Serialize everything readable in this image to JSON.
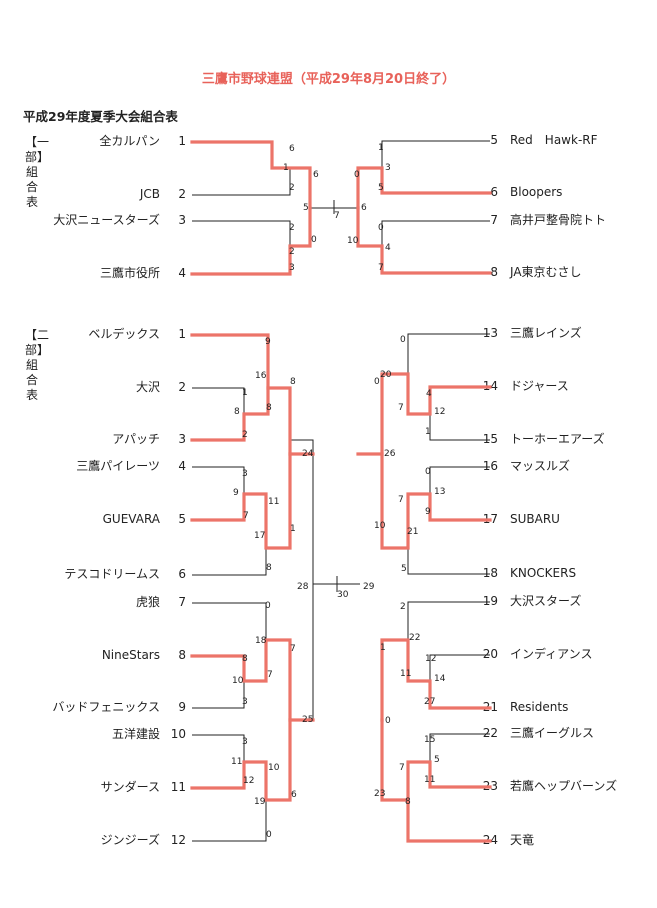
{
  "main_title": "三鷹市野球連盟（平成29年8月20日終了）",
  "sub_title": "平成29年度夏季大会組合表",
  "divisions": [
    {
      "label": "【一部】組合表",
      "teams": [
        {
          "seed": "1",
          "name": "全カルパン"
        },
        {
          "seed": "2",
          "name": "JCB"
        },
        {
          "seed": "3",
          "name": "大沢ニュースターズ"
        },
        {
          "seed": "4",
          "name": "三鷹市役所"
        },
        {
          "seed": "5",
          "name": "Red　Hawk-RF"
        },
        {
          "seed": "6",
          "name": "Bloopers"
        },
        {
          "seed": "7",
          "name": "高井戸整骨院トト"
        },
        {
          "seed": "8",
          "name": "JA東京むさし"
        }
      ],
      "scores": [
        "6",
        "1",
        "6",
        "2",
        "2",
        "0",
        "2",
        "3",
        "5",
        "7",
        "6",
        "1",
        "0",
        "3",
        "5",
        "0",
        "10",
        "4",
        "7"
      ]
    },
    {
      "label": "【二部】組合表",
      "teams": [
        {
          "seed": "1",
          "name": "ベルデックス"
        },
        {
          "seed": "2",
          "name": "大沢"
        },
        {
          "seed": "3",
          "name": "アパッチ"
        },
        {
          "seed": "4",
          "name": "三鷹パイレーツ"
        },
        {
          "seed": "5",
          "name": "GUEVARA"
        },
        {
          "seed": "6",
          "name": "テスコドリームス"
        },
        {
          "seed": "7",
          "name": "虎狼"
        },
        {
          "seed": "8",
          "name": "NineStars"
        },
        {
          "seed": "9",
          "name": "バッドフェニックス"
        },
        {
          "seed": "10",
          "name": "五洋建設"
        },
        {
          "seed": "11",
          "name": "サンダース"
        },
        {
          "seed": "12",
          "name": "ジンジーズ"
        },
        {
          "seed": "13",
          "name": "三鷹レインズ"
        },
        {
          "seed": "14",
          "name": "ドジャース"
        },
        {
          "seed": "15",
          "name": "トーホーエアーズ"
        },
        {
          "seed": "16",
          "name": "マッスルズ"
        },
        {
          "seed": "17",
          "name": "SUBARU"
        },
        {
          "seed": "18",
          "name": "KNOCKERS"
        },
        {
          "seed": "19",
          "name": "大沢スターズ"
        },
        {
          "seed": "20",
          "name": "インディアンス"
        },
        {
          "seed": "21",
          "name": "Residents"
        },
        {
          "seed": "22",
          "name": "三鷹イーグルス"
        },
        {
          "seed": "23",
          "name": "若鷹ヘップバーンズ"
        },
        {
          "seed": "24",
          "name": "天竜"
        }
      ],
      "scores": [
        "9",
        "16",
        "8",
        "1",
        "8",
        "8",
        "2",
        "24",
        "3",
        "9",
        "11",
        "7",
        "17",
        "1",
        "8",
        "28",
        "30",
        "29",
        "0",
        "18",
        "7",
        "8",
        "10",
        "7",
        "3",
        "25",
        "3",
        "11",
        "10",
        "12",
        "19",
        "6",
        "0",
        "0",
        "20",
        "0",
        "4",
        "7",
        "12",
        "1",
        "26",
        "0",
        "13",
        "7",
        "9",
        "10",
        "21",
        "5",
        "2",
        "22",
        "1",
        "12",
        "14",
        "11",
        "27",
        "0",
        "15",
        "5",
        "7",
        "11",
        "23",
        "8"
      ]
    }
  ],
  "colors": {
    "title": "#e8625a",
    "winner_line": "#ec7469",
    "line": "#222222"
  }
}
